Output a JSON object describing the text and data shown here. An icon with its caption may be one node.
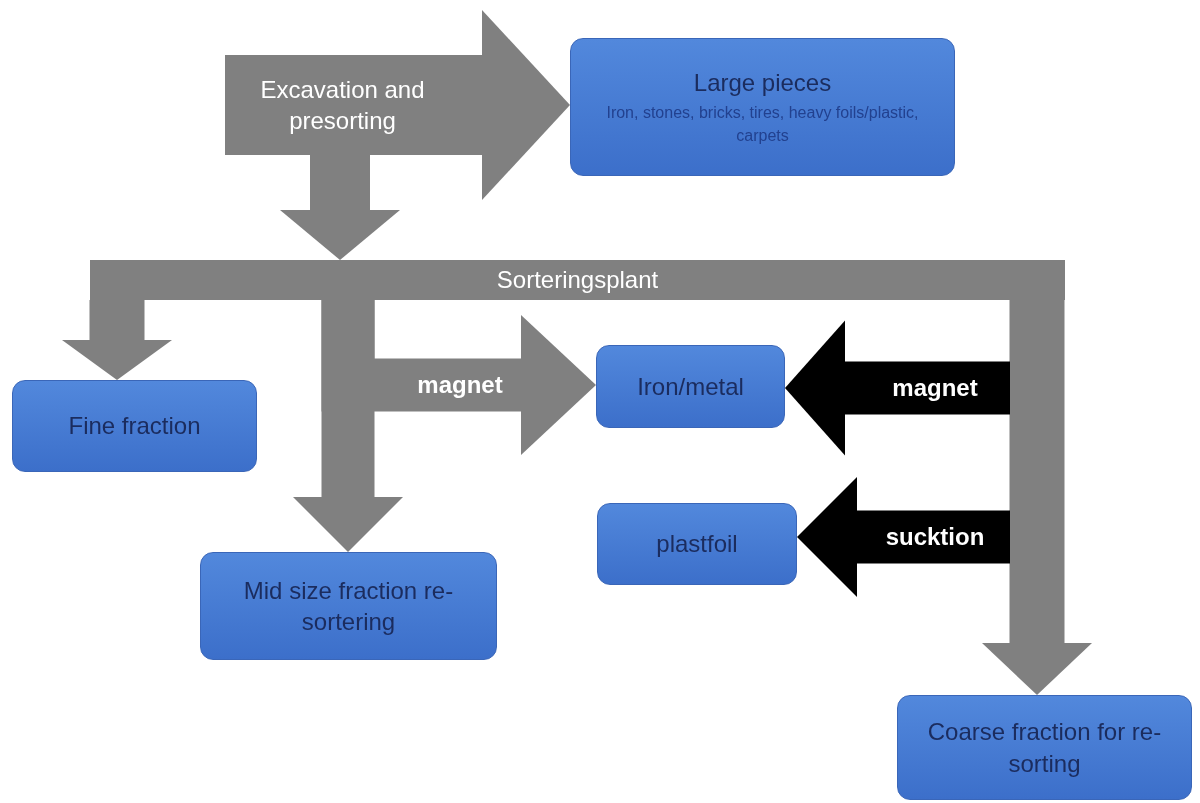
{
  "diagram": {
    "nodes": [
      {
        "text": [
          "Excavation and presorting"
        ]
      },
      {
        "text": [
          "Large pieces",
          "Iron, stones, bricks, tires, heavy foils/plastic, carpets"
        ]
      },
      {
        "text": [
          "Sorteringsplant"
        ]
      },
      {
        "text": [
          "Fine fraction"
        ]
      },
      {
        "text": [
          "Iron/metal"
        ]
      },
      {
        "text": [
          "plastfoil"
        ]
      },
      {
        "text": [
          "Mid size fraction re-sortering"
        ]
      },
      {
        "text": [
          "Coarse fraction for re-sorting"
        ]
      }
    ],
    "edges": [
      {
        "from": 0,
        "to": 1,
        "arrow": "to",
        "style": "thick"
      },
      {
        "from": 0,
        "to": 2,
        "arrow": "to"
      },
      {
        "from": 2,
        "to": 3,
        "arrow": "to"
      },
      {
        "from": 2,
        "to": 6,
        "arrow": "to"
      },
      {
        "from": 2,
        "to": 4,
        "arrow": "to",
        "label": "magnet"
      },
      {
        "from": 2,
        "to": 7,
        "arrow": "to"
      },
      {
        "from": null,
        "to": 4,
        "arrow": "to",
        "label": "magnet",
        "color": "#000000"
      },
      {
        "from": null,
        "to": 5,
        "arrow": "to",
        "label": "sucktion",
        "color": "#000000"
      }
    ]
  }
}
